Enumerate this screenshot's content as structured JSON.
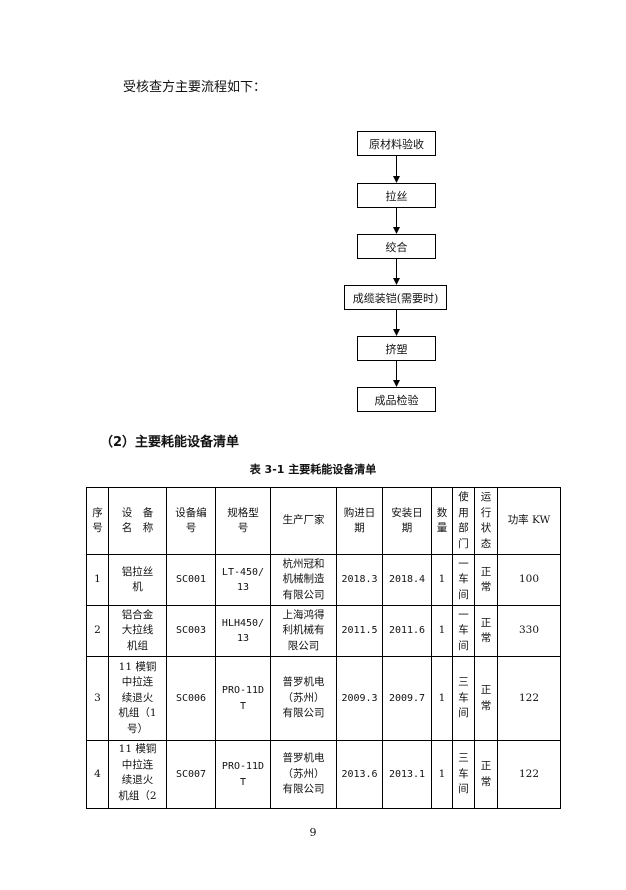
{
  "intro": "受核查方主要流程如下：",
  "flow_steps": [
    "原材料验收",
    "拉丝",
    "绞合",
    "成缆装铠(需要时)",
    "挤塑",
    "成品检验"
  ],
  "section_title": "（2）主要耗能设备清单",
  "table_caption": "表 3-1 主要耗能设备清单",
  "table": {
    "headers": [
      [
        "序",
        "号"
      ],
      [
        "设　备",
        "名　称"
      ],
      [
        "设备编",
        "号"
      ],
      [
        "规格型",
        "号"
      ],
      [
        "生产厂家"
      ],
      [
        "购进日",
        "期"
      ],
      [
        "安装日",
        "期"
      ],
      [
        "数",
        "量"
      ],
      [
        "使",
        "用",
        "部",
        "门"
      ],
      [
        "运",
        "行",
        "状",
        "态"
      ],
      [
        "功率 KW"
      ]
    ],
    "rows": [
      {
        "seq": "1",
        "name": [
          "铝拉丝",
          "机"
        ],
        "code": "SC001",
        "model": [
          "LT-450/",
          "13"
        ],
        "maker": [
          "杭州冠和",
          "机械制造",
          "有限公司"
        ],
        "buy": "2018.3",
        "install": "2018.4",
        "qty": "1",
        "dept": [
          "一",
          "车",
          "间"
        ],
        "status": [
          "正",
          "常"
        ],
        "power": "100"
      },
      {
        "seq": "2",
        "name": [
          "铝合金",
          "大拉线",
          "机组"
        ],
        "code": "SC003",
        "model": [
          "HLH450/",
          "13"
        ],
        "maker": [
          "上海鸿得",
          "利机械有",
          "限公司"
        ],
        "buy": "2011.5",
        "install": "2011.6",
        "qty": "1",
        "dept": [
          "一",
          "车",
          "间"
        ],
        "status": [
          "正",
          "常"
        ],
        "power": "330"
      },
      {
        "seq": "3",
        "name": [
          "11 模铜",
          "中拉连",
          "续退火",
          "机组（1",
          "号）"
        ],
        "code": "SC006",
        "model": [
          "PRO-11D",
          "T"
        ],
        "maker": [
          "普罗机电",
          "（苏州）",
          "有限公司"
        ],
        "buy": "2009.3",
        "install": "2009.7",
        "qty": "1",
        "dept": [
          "三",
          "车",
          "间"
        ],
        "status": [
          "正",
          "常"
        ],
        "power": "122"
      },
      {
        "seq": "4",
        "name": [
          "11 模铜",
          "中拉连",
          "续退火",
          "机组（2"
        ],
        "code": "SC007",
        "model": [
          "PRO-11D",
          "T"
        ],
        "maker": [
          "普罗机电",
          "（苏州）",
          "有限公司"
        ],
        "buy": "2013.6",
        "install": "2013.1",
        "qty": "1",
        "dept": [
          "三",
          "车",
          "间"
        ],
        "status": [
          "正",
          "常"
        ],
        "power": "122"
      }
    ]
  },
  "page_number": "9"
}
